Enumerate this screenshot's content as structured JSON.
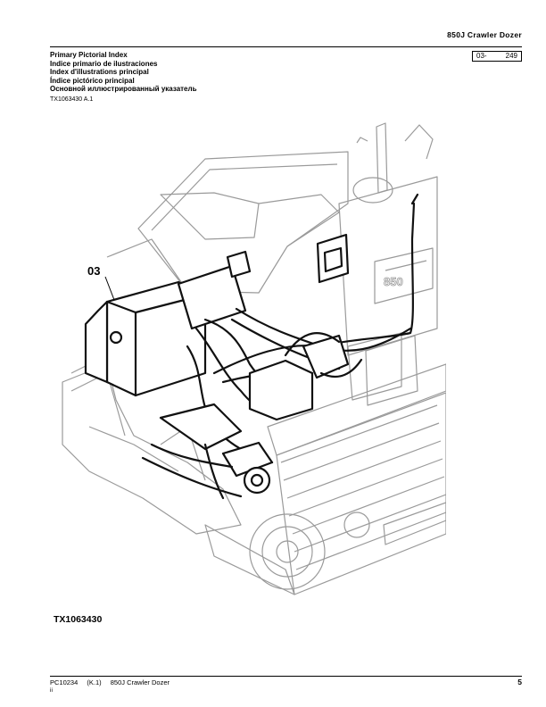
{
  "header": {
    "model_title": "850J  Crawler  Dozer"
  },
  "index_titles": [
    "Primary Pictorial Index",
    "Indice primario de ilustraciones",
    "Index d'illustrations principal",
    "Índice pictórico principal",
    "Основной иллюстрированный указатель"
  ],
  "page_ref": {
    "section": "03-",
    "page": "249"
  },
  "figure": {
    "id_label": "TX1063430 A.1",
    "callout": "03",
    "caption": "TX1063430",
    "badge_text": "850"
  },
  "footer": {
    "doc": "PC10234",
    "rev": "(K.1)",
    "model": "850J Crawler Dozer",
    "sub": "ii",
    "page_number": "5"
  }
}
